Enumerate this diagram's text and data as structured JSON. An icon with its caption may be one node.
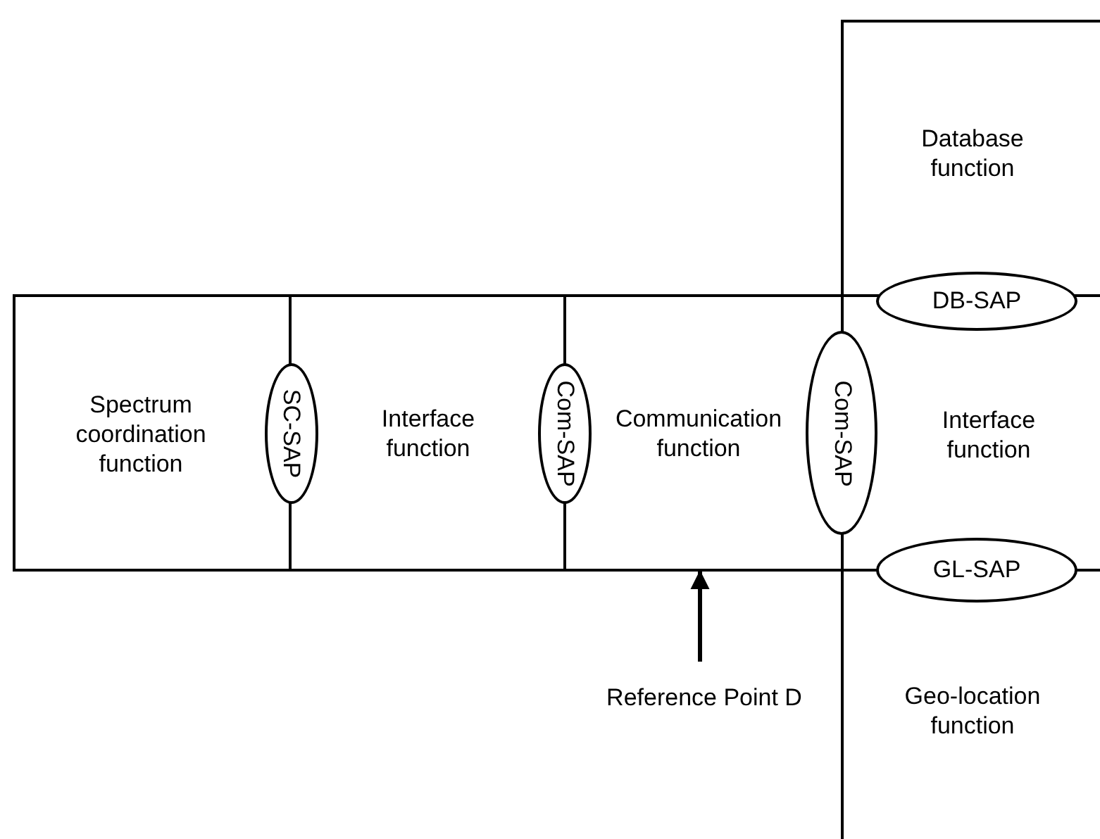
{
  "diagram": {
    "nodes": [
      {
        "text": [
          "Database function"
        ]
      },
      {
        "text": [
          "DB-SAP"
        ]
      },
      {
        "text": [
          "Spectrum coordination function"
        ]
      },
      {
        "text": [
          "SC-SAP"
        ]
      },
      {
        "text": [
          "Interface function"
        ]
      },
      {
        "text": [
          "Com-SAP"
        ]
      },
      {
        "text": [
          "Communication function"
        ]
      },
      {
        "text": [
          "Com-SAP"
        ]
      },
      {
        "text": [
          "Interface function"
        ]
      },
      {
        "text": [
          "GL-SAP"
        ]
      },
      {
        "text": [
          "Reference Point D"
        ]
      },
      {
        "text": [
          "Geo-location function"
        ]
      }
    ],
    "edges": [
      {
        "from": 10,
        "to": 6,
        "arrow": "to"
      }
    ]
  }
}
